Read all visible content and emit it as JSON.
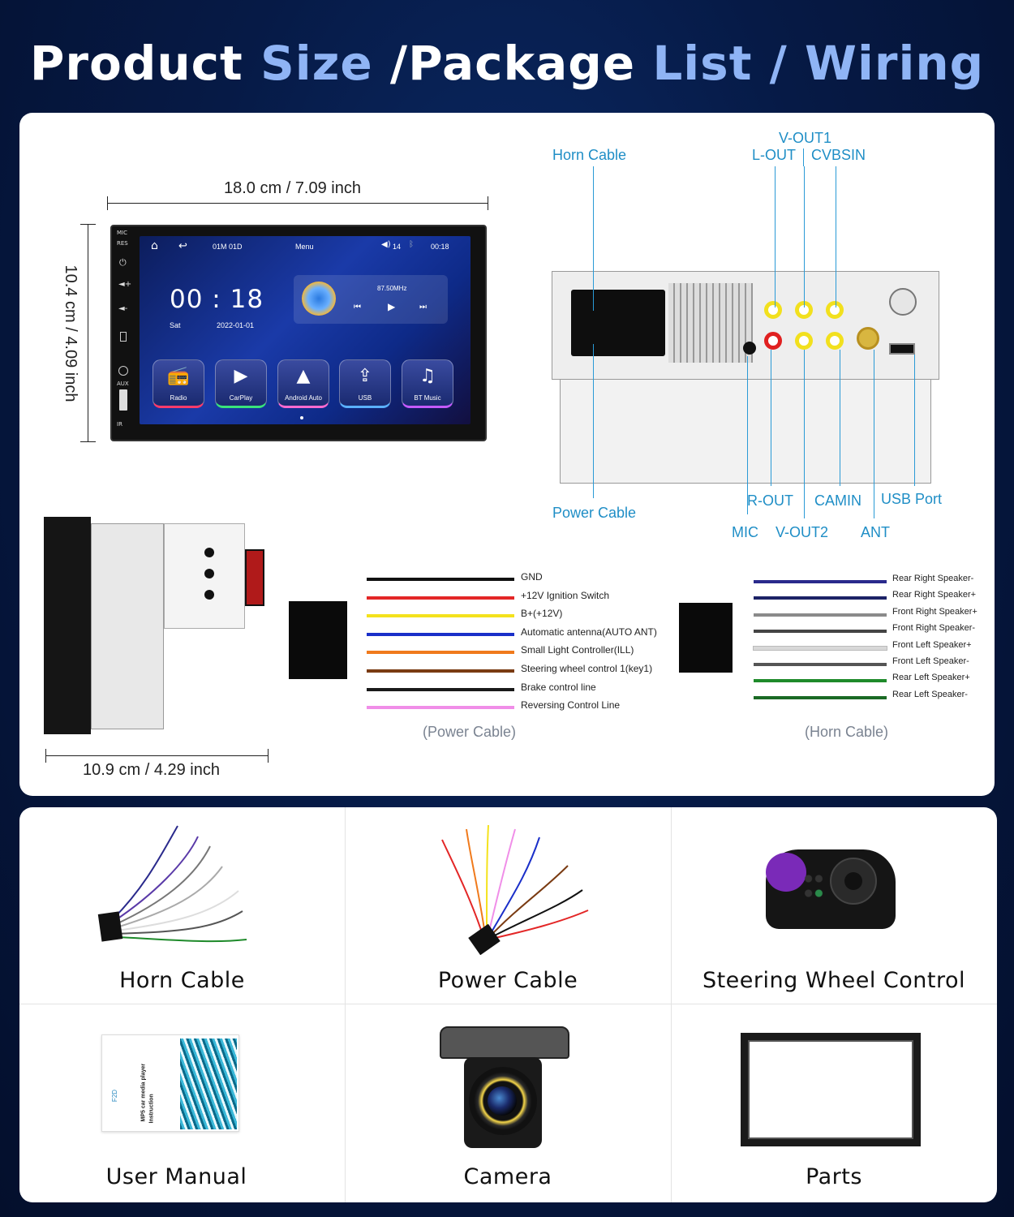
{
  "title": {
    "part1": "Product",
    "part2": "Size",
    "part3": "/Package",
    "part4": "List / Wiring"
  },
  "dimensions": {
    "width": "18.0 cm / 7.09 inch",
    "height": "10.4 cm / 4.09 inch",
    "depth": "10.9 cm / 4.29 inch"
  },
  "head_unit": {
    "side_labels": [
      "MIC",
      "RES",
      "AUX",
      "IR"
    ],
    "status_date": "01M 01D",
    "status_menu": "Menu",
    "status_volume": "14",
    "status_time": "00:18",
    "clock": "00 : 18",
    "day": "Sat",
    "date": "2022-01-01",
    "radio_freq": "87.50MHz",
    "apps": [
      {
        "label": "Radio",
        "icon": "radio-icon"
      },
      {
        "label": "CarPlay",
        "icon": "carplay-icon"
      },
      {
        "label": "Android Auto",
        "icon": "android-auto-icon"
      },
      {
        "label": "USB",
        "icon": "usb-icon"
      },
      {
        "label": "BT Music",
        "icon": "music-icon"
      }
    ]
  },
  "ports": {
    "horn_cable": "Horn Cable",
    "v_out1": "V-OUT1",
    "l_out": "L-OUT",
    "cvbsin": "CVBSIN",
    "power_cable": "Power Cable",
    "r_out": "R-OUT",
    "camin": "CAMIN",
    "usb_port": "USB Port",
    "mic": "MIC",
    "v_out2": "V-OUT2",
    "ant": "ANT"
  },
  "power_wires": {
    "caption": "(Power Cable)",
    "items": [
      {
        "label": "GND",
        "color": "#111111"
      },
      {
        "label": "+12V Ignition Switch",
        "color": "#e32626"
      },
      {
        "label": "B+(+12V)",
        "color": "#f4e21c"
      },
      {
        "label": "Automatic antenna(AUTO ANT)",
        "color": "#1a2fc9"
      },
      {
        "label": "Small Light Controller(ILL)",
        "color": "#f07a1c"
      },
      {
        "label": "Steering wheel control 1(key1)",
        "color": "#7a3b12"
      },
      {
        "label": "Brake control line",
        "color": "#1a1a1a"
      },
      {
        "label": "Reversing Control Line",
        "color": "#f08ee8"
      }
    ]
  },
  "horn_wires": {
    "caption": "(Horn Cable)",
    "items": [
      {
        "label": "Rear Right Speaker-",
        "color": "#2a2a8c"
      },
      {
        "label": "Rear Right Speaker+",
        "color": "#1c2266"
      },
      {
        "label": "Front Right Speaker+",
        "color": "#8a8a8a"
      },
      {
        "label": "Front Right Speaker-",
        "color": "#444444"
      },
      {
        "label": "Front Left Speaker+",
        "color": "#d8d8d8"
      },
      {
        "label": "Front Left Speaker-",
        "color": "#555555"
      },
      {
        "label": "Rear Left Speaker+",
        "color": "#1e8a2a"
      },
      {
        "label": "Rear Left Speaker-",
        "color": "#1a6a24"
      }
    ]
  },
  "package": [
    {
      "label": "Horn Cable"
    },
    {
      "label": "Power Cable"
    },
    {
      "label": "Steering Wheel Control"
    },
    {
      "label": "User Manual"
    },
    {
      "label": "Camera"
    },
    {
      "label": "Parts"
    }
  ],
  "manual_text": {
    "line1": "MP5 car media player",
    "line2": "Instruction",
    "brand": "F2D"
  }
}
